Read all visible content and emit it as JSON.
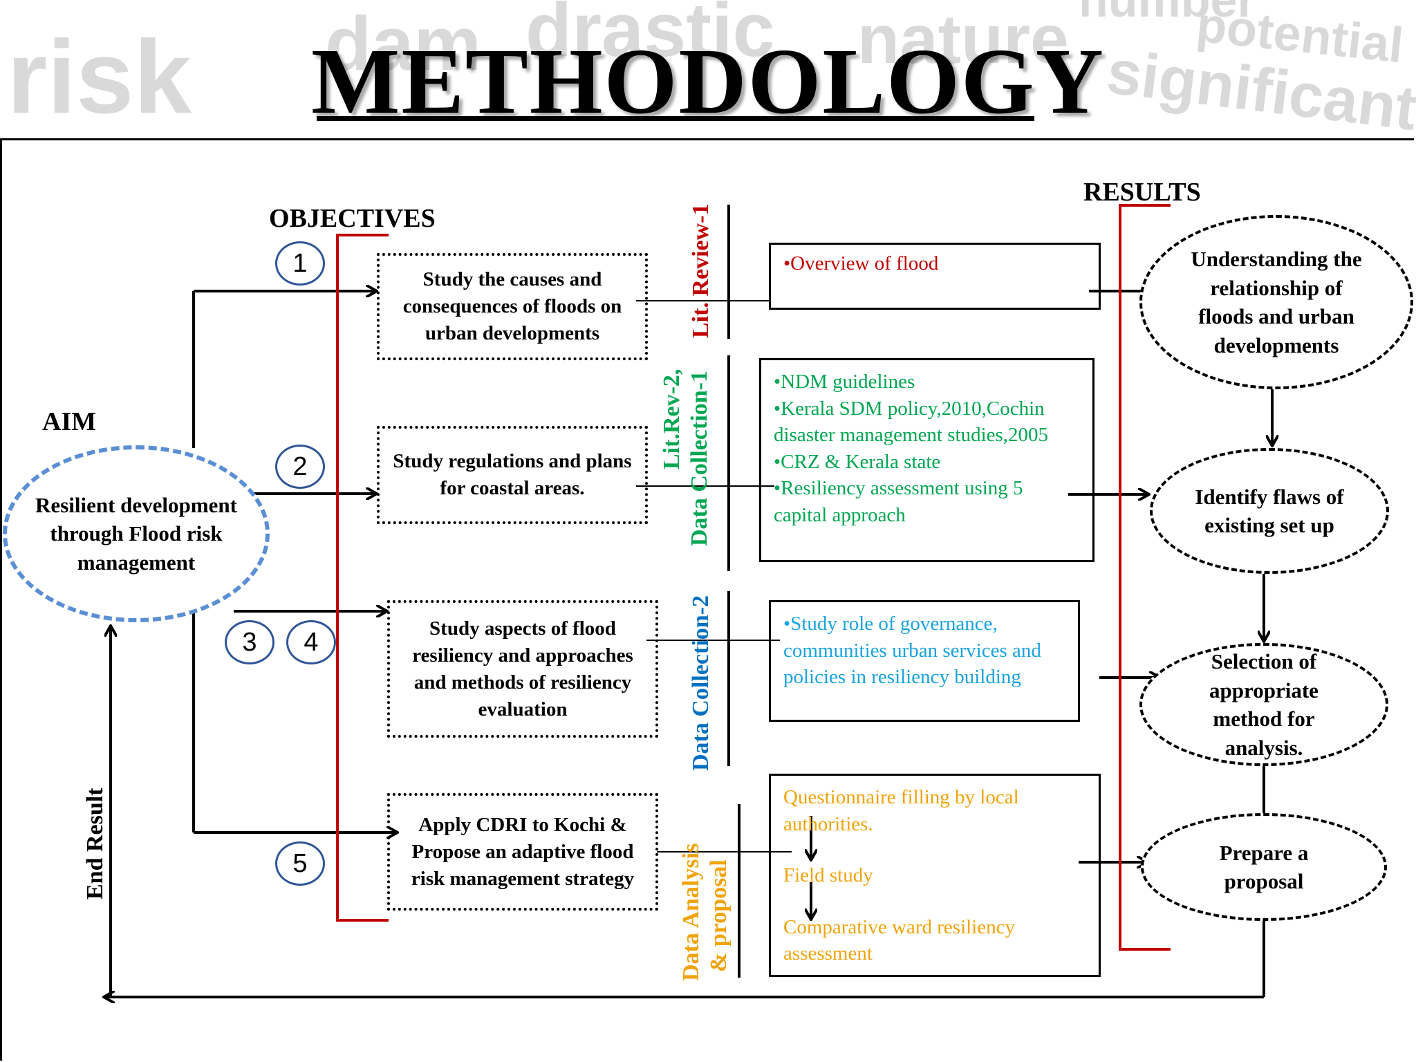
{
  "title": "METHODOLOGY",
  "watermark_words": [
    "risk",
    "dam",
    "drastic",
    "nature",
    "potential",
    "significant",
    "number"
  ],
  "headings": {
    "objectives": "OBJECTIVES",
    "results": "RESULTS",
    "aim": "AIM",
    "end_result": "End Result"
  },
  "aim_text": "Resilient development through Flood risk management",
  "objective_numbers": [
    "1",
    "2",
    "3",
    "4",
    "5"
  ],
  "objectives": [
    "Study the causes and consequences of floods on urban developments",
    "Study regulations and plans for coastal areas.",
    "Study aspects of flood resiliency and approaches and methods of resiliency evaluation",
    "Apply CDRI to Kochi & Propose an adaptive flood risk management strategy"
  ],
  "stages": {
    "lit_review_1": "Lit. Review-1",
    "lit_rev_2_line1": "Lit.Rev-2,",
    "lit_rev_2_line2": "Data Collection-1",
    "data_collection_2": "Data Collection-2",
    "data_analysis_line1": "Data Analysis",
    "data_analysis_line2": "& proposal"
  },
  "stage_contents": {
    "box1": [
      "•Overview of flood"
    ],
    "box2": [
      "•NDM guidelines",
      "•Kerala SDM policy,2010,Cochin disaster management studies,2005",
      "•CRZ & Kerala state",
      "•Resiliency assessment using 5 capital approach"
    ],
    "box3": [
      "•Study role of governance, communities urban services and policies in resiliency building"
    ],
    "box4": [
      "Questionnaire filling by local authorities.",
      "Field study",
      "Comparative ward resiliency assessment"
    ]
  },
  "results": [
    "Understanding the relationship of floods and urban developments",
    "Identify flaws of existing set up",
    "Selection of appropriate method for analysis.",
    "Prepare a proposal"
  ],
  "colors": {
    "red": "#c00000",
    "green": "#00a651",
    "blue": "#0070c0",
    "cyan": "#1aa3e0",
    "orange": "#f0a30a",
    "aim_border": "#5b8fd4",
    "circle_border": "#2f5597"
  }
}
